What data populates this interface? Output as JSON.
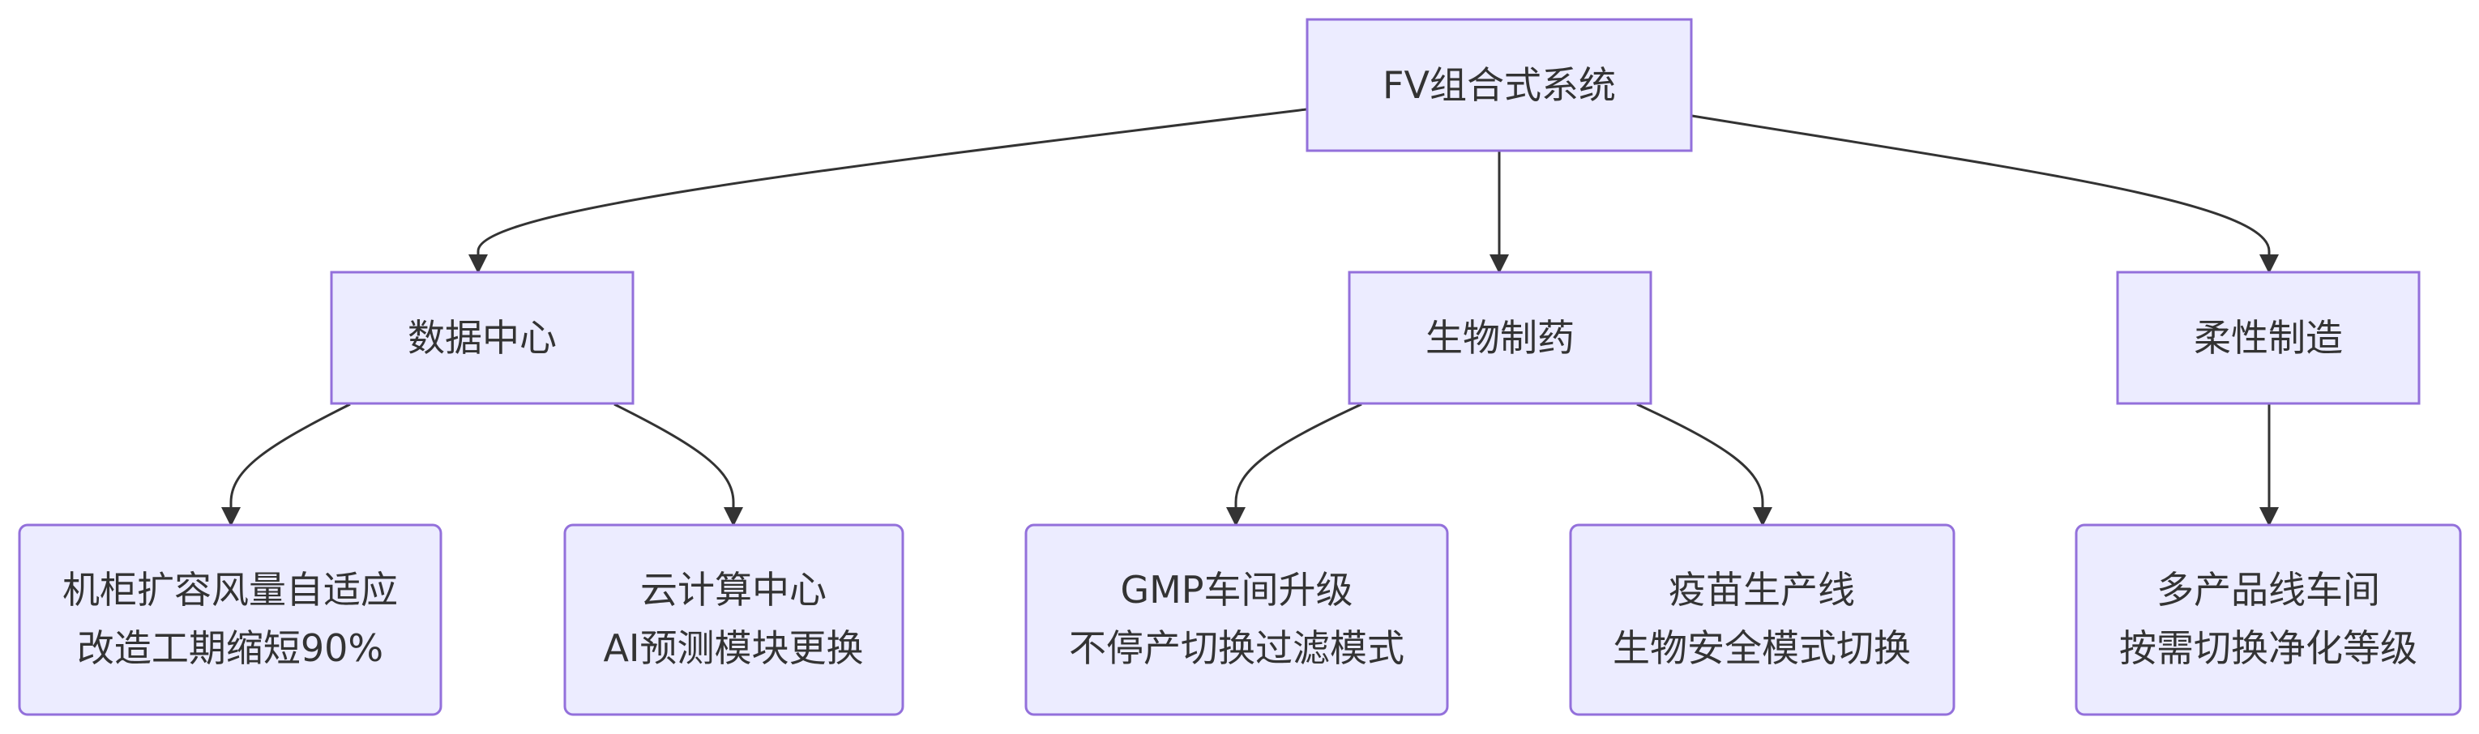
{
  "diagram": {
    "root": {
      "label": "FV组合式系统"
    },
    "categories": {
      "datacenter": {
        "label": "数据中心"
      },
      "biopharma": {
        "label": "生物制药"
      },
      "flexible": {
        "label": "柔性制造"
      }
    },
    "leaves": {
      "cabinet": {
        "line1": "机柜扩容风量自适应",
        "line2": "改造工期缩短90%"
      },
      "cloud": {
        "line1": "云计算中心",
        "line2": "AI预测模块更换"
      },
      "gmp": {
        "line1": "GMP车间升级",
        "line2": "不停产切换过滤模式"
      },
      "vaccine": {
        "line1": "疫苗生产线",
        "line2": "生物安全模式切换"
      },
      "multiproduct": {
        "line1": "多产品线车间",
        "line2": "按需切换净化等级"
      }
    },
    "edges": [
      {
        "from": "root",
        "to": "datacenter"
      },
      {
        "from": "root",
        "to": "biopharma"
      },
      {
        "from": "root",
        "to": "flexible"
      },
      {
        "from": "datacenter",
        "to": "cabinet"
      },
      {
        "from": "datacenter",
        "to": "cloud"
      },
      {
        "from": "biopharma",
        "to": "gmp"
      },
      {
        "from": "biopharma",
        "to": "vaccine"
      },
      {
        "from": "flexible",
        "to": "multiproduct"
      }
    ]
  },
  "colors": {
    "node_fill": "#ECECFF",
    "node_stroke": "#9370DB",
    "edge": "#333333",
    "text": "#333333"
  }
}
